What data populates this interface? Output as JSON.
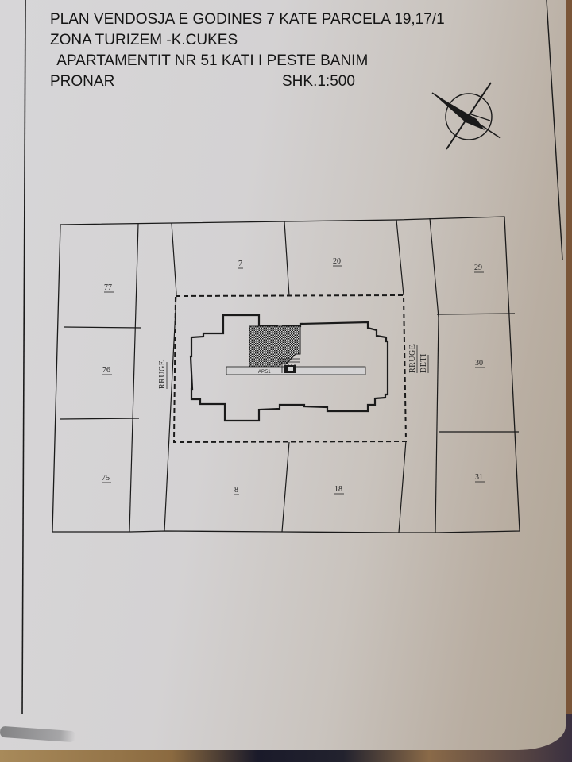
{
  "document": {
    "title_lines": [
      "PLAN VENDOSJA E GODINES 7 KATE PARCELA 19,17/1",
      "ZONA TURIZEM -K.CUKES",
      " APARTAMENTIT NR 51 KATI I PESTE BANIM"
    ],
    "owner_label": "PRONAR",
    "scale_label": "SHK.1:500",
    "north_arrow": "north-arrow-icon"
  },
  "site_plan": {
    "parcels": [
      {
        "id": "77",
        "label": "77"
      },
      {
        "id": "76",
        "label": "76"
      },
      {
        "id": "75",
        "label": "75"
      },
      {
        "id": "7",
        "label": "7"
      },
      {
        "id": "20",
        "label": "20"
      },
      {
        "id": "8",
        "label": "8"
      },
      {
        "id": "18",
        "label": "18"
      },
      {
        "id": "29",
        "label": "29"
      },
      {
        "id": "30",
        "label": "30"
      },
      {
        "id": "31",
        "label": "31"
      }
    ],
    "roads": {
      "west": "RRUGE",
      "east_line1": "RRUGE",
      "east_line2": "DETI"
    },
    "building": {
      "apartment_label": "AP.51"
    }
  },
  "colors": {
    "ink": "#1a1a1a",
    "paper": "#d5d4d5"
  }
}
